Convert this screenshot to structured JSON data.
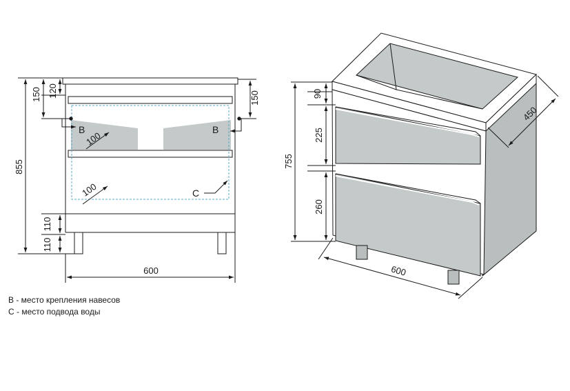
{
  "front_view": {
    "dim_600": "600",
    "dim_855": "855",
    "dim_150_left": "150",
    "dim_120": "120",
    "dim_150_right": "150",
    "dim_110_upper": "110",
    "dim_110_lower": "110",
    "dim_100_upper": "100",
    "dim_100_lower": "100",
    "label_b_left": "B",
    "label_b_right": "B",
    "label_c": "C"
  },
  "iso_view": {
    "dim_90": "90",
    "dim_225": "225",
    "dim_755": "755",
    "dim_260": "260",
    "dim_450": "450",
    "dim_600": "600"
  },
  "legend": {
    "b_note": "B - место крепления навесов",
    "c_note": "C - место подвода воды"
  },
  "colors": {
    "panel_fill": "#c4c9ca",
    "side_fill": "#b9bebf",
    "line": "#1a1a1a",
    "dashed": "#5aa9c7"
  }
}
